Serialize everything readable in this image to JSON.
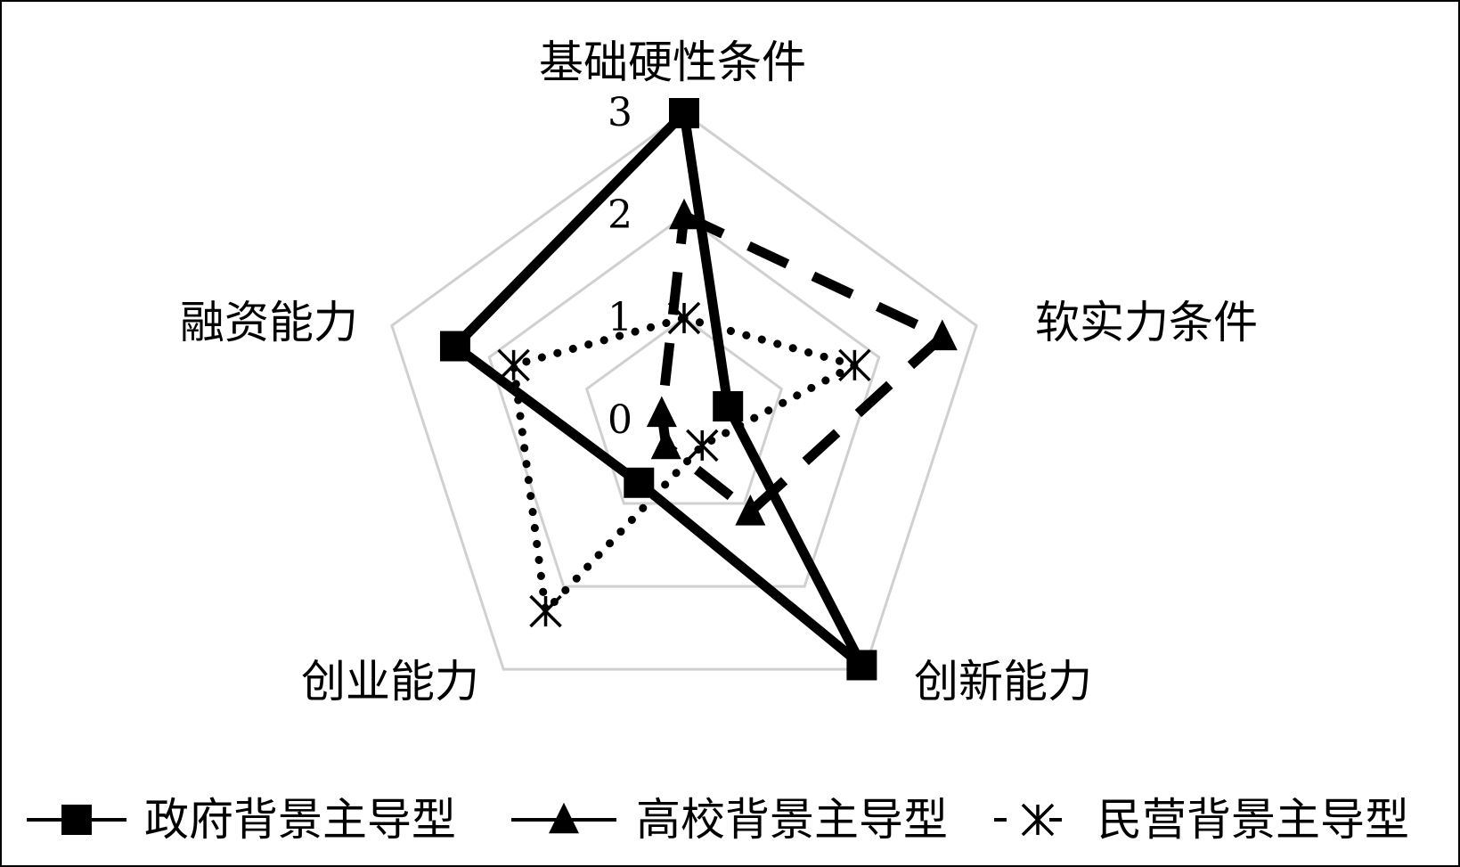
{
  "chart_data": {
    "type": "radar",
    "axes": [
      "基础硬性条件",
      "软实力条件",
      "创新能力",
      "创业能力",
      "融资能力"
    ],
    "ticks": [
      "0",
      "1",
      "2",
      "3"
    ],
    "range": [
      0,
      3
    ],
    "grid": true,
    "legend_position": "bottom",
    "series": [
      {
        "name": "政府背景主导型",
        "values": [
          3,
          0.45,
          2.95,
          0.75,
          2.35
        ],
        "line": "solid",
        "marker": "square"
      },
      {
        "name": "高校背景主导型",
        "values": [
          2,
          2.65,
          1.1,
          0.3,
          0.23
        ],
        "line": "dashed",
        "marker": "triangle"
      },
      {
        "name": "民营背景主导型",
        "values": [
          1,
          1.75,
          0.3,
          2.3,
          1.75
        ],
        "line": "dotted",
        "marker": "asterisk"
      }
    ]
  },
  "colors": {
    "line": "#000000",
    "grid": "#d0d0d0"
  },
  "legend": {
    "items": [
      {
        "label": "政府背景主导型",
        "marker": "square-marker-icon"
      },
      {
        "label": "高校背景主导型",
        "marker": "triangle-marker-icon"
      },
      {
        "label": "民营背景主导型",
        "marker": "asterisk-marker-icon"
      }
    ]
  }
}
